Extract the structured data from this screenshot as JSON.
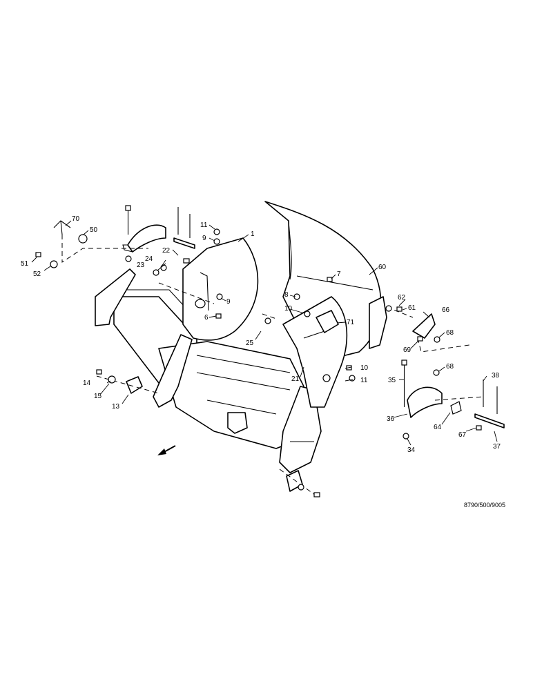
{
  "diagram": {
    "reference_code": "8790/500/9005",
    "part_labels": {
      "p1": "1",
      "p6": "6",
      "p7": "7",
      "p8": "8",
      "p9a": "9",
      "p9b": "9",
      "p10a": "10",
      "p10b": "10",
      "p11a": "11",
      "p11b": "11",
      "p13": "13",
      "p14": "14",
      "p15": "15",
      "p21": "21",
      "p22": "22",
      "p23": "23",
      "p24": "24",
      "p25": "25",
      "p34": "34",
      "p35": "35",
      "p36": "36",
      "p37": "37",
      "p38": "38",
      "p50": "50",
      "p51": "51",
      "p52": "52",
      "p60": "60",
      "p61": "61",
      "p62": "62",
      "p64": "64",
      "p66": "66",
      "p67": "67",
      "p68a": "68",
      "p68b": "68",
      "p69": "69",
      "p70": "70",
      "p71": "71"
    },
    "direction_arrow": "arrow-icon"
  }
}
